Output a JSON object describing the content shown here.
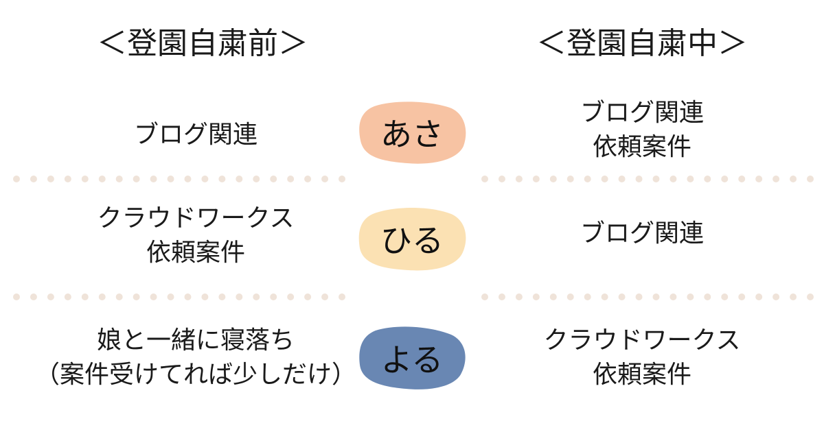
{
  "headers": {
    "before": "＜登園自粛前＞",
    "during": "＜登園自粛中＞"
  },
  "rows": [
    {
      "time": "あさ",
      "color": "#f7c3a3",
      "before": [
        "ブログ関連"
      ],
      "during": [
        "ブログ関連",
        "依頼案件"
      ]
    },
    {
      "time": "ひる",
      "color": "#fbe1b3",
      "before": [
        "クラウドワークス",
        "依頼案件"
      ],
      "during": [
        "ブログ関連"
      ]
    },
    {
      "time": "よる",
      "color": "#6987b3",
      "before": [
        "娘と一緒に寝落ち",
        "（案件受けてれば少しだけ）"
      ],
      "during": [
        "クラウドワークス",
        "依頼案件"
      ]
    }
  ],
  "divider_color": "#efe3d9"
}
